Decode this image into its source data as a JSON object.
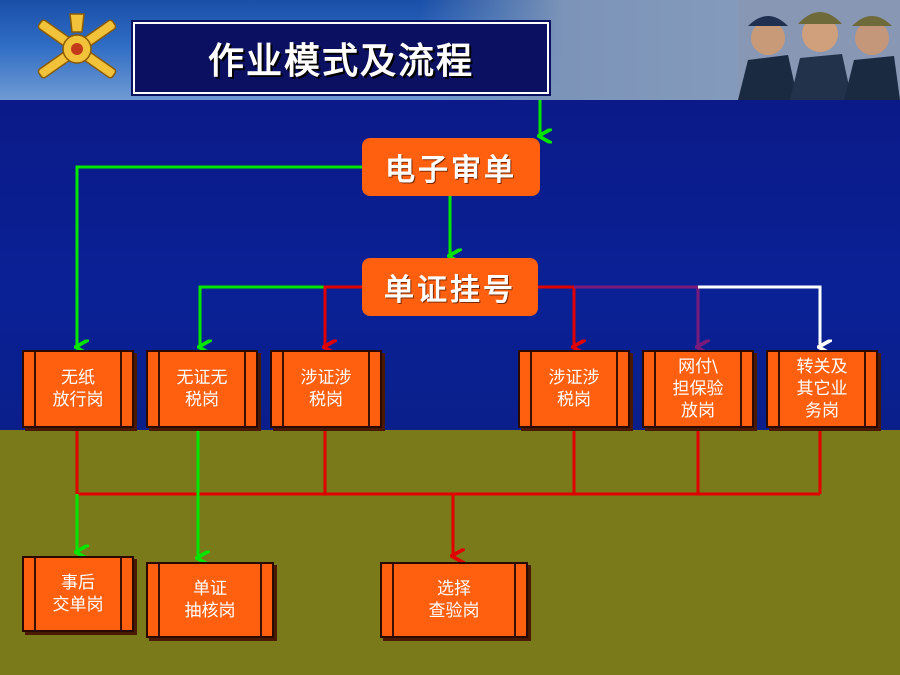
{
  "title": "作业模式及流程",
  "colors": {
    "green": "#00e600",
    "red": "#e00000",
    "white": "#ffffff",
    "purple": "#7a1a7a",
    "node": "#ff6010"
  },
  "nodes": {
    "review": "电子审单",
    "register": "单证挂号",
    "post1": "无纸\n放行岗",
    "post2": "无证无\n税岗",
    "post3": "涉证涉\n税岗",
    "post4": "涉证涉\n税岗",
    "post5": "网付\\\n担保验\n放岗",
    "post6": "转关及\n其它业\n务岗",
    "post7": "事后\n交单岗",
    "post8": "单证\n抽核岗",
    "post9": "选择\n查验岗"
  },
  "icons": {
    "emblem": "customs-emblem-icon",
    "officers": "officers-photo"
  }
}
